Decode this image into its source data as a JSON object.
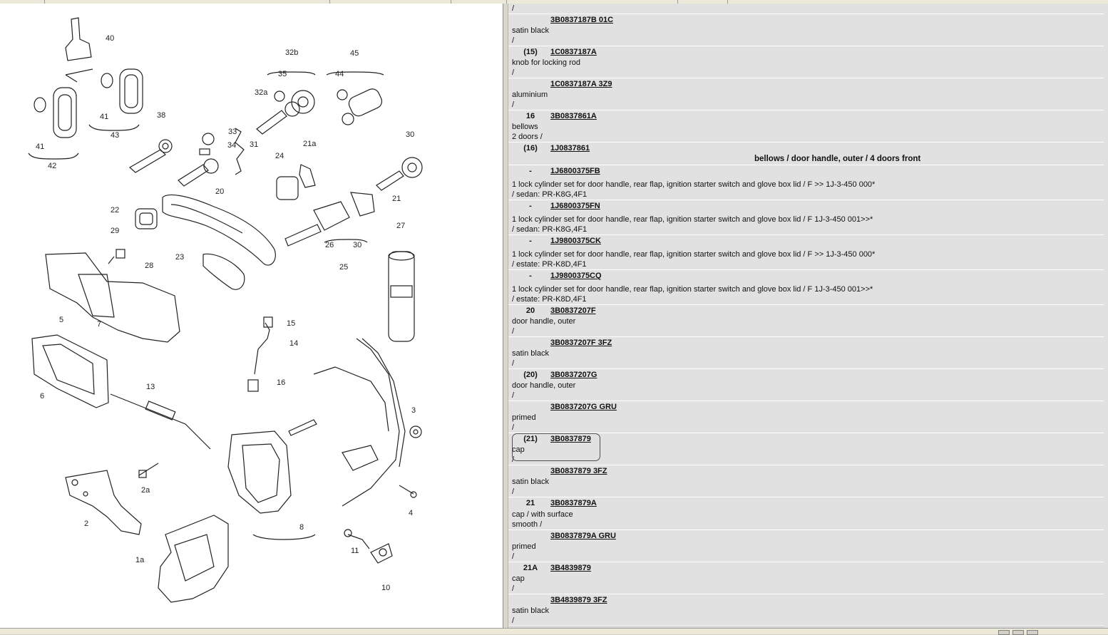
{
  "diagram": {
    "callouts": [
      "40",
      "41",
      "41",
      "42",
      "43",
      "38",
      "32b",
      "35",
      "32a",
      "45",
      "44",
      "33",
      "34",
      "31",
      "24",
      "21a",
      "30",
      "20",
      "22",
      "29",
      "28",
      "23",
      "21",
      "26",
      "30",
      "25",
      "27",
      "5",
      "7",
      "6",
      "15",
      "14",
      "16",
      "13",
      "3",
      "2a",
      "2",
      "8",
      "4",
      "11",
      "10",
      "1a"
    ]
  },
  "parts": [
    {
      "num": "",
      "part": "",
      "desc": [
        "/"
      ]
    },
    {
      "num": "",
      "part": "3B0837187B 01C",
      "desc": [
        "satin black",
        "/"
      ]
    },
    {
      "num": "(15)",
      "part": "1C0837187A",
      "desc": [
        "knob for locking rod",
        "/"
      ]
    },
    {
      "num": "",
      "part": "1C0837187A 3Z9",
      "desc": [
        "aluminium",
        "/"
      ]
    },
    {
      "num": "16",
      "part": "3B0837861A",
      "desc": [
        "bellows",
        "2 doors /"
      ]
    },
    {
      "num": "(16)",
      "part": "1J0837861",
      "title": "bellows / door handle, outer / 4 doors front",
      "desc": []
    },
    {
      "num": "-",
      "part": "1J6800375FB",
      "desc": [
        "1 lock cylinder set for door handle, rear flap, ignition starter switch and glove box lid / F >> 1J-3-450 000*",
        "/ sedan: PR-K8G,4F1"
      ]
    },
    {
      "num": "-",
      "part": "1J6800375FN",
      "desc": [
        "1 lock cylinder set for door handle, rear flap, ignition starter switch and glove box lid / F 1J-3-450 001>>*",
        "/ sedan: PR-K8G,4F1"
      ]
    },
    {
      "num": "-",
      "part": "1J9800375CK",
      "desc": [
        "1 lock cylinder set for door handle, rear flap, ignition starter switch and glove box lid / F >> 1J-3-450 000*",
        "/ estate: PR-K8D,4F1"
      ]
    },
    {
      "num": "-",
      "part": "1J9800375CQ",
      "desc": [
        "1 lock cylinder set for door handle, rear flap, ignition starter switch and glove box lid / F 1J-3-450 001>>*",
        "/ estate: PR-K8D,4F1"
      ]
    },
    {
      "num": "20",
      "part": "3B0837207F",
      "desc": [
        "door handle, outer",
        "/"
      ]
    },
    {
      "num": "",
      "part": "3B0837207F 3FZ",
      "desc": [
        "satin black",
        "/"
      ]
    },
    {
      "num": "(20)",
      "part": "3B0837207G",
      "desc": [
        "door handle, outer",
        "/"
      ]
    },
    {
      "num": "",
      "part": "3B0837207G GRU",
      "desc": [
        "primed",
        "/"
      ]
    },
    {
      "num": "(21)",
      "part": "3B0837879",
      "desc": [
        "cap",
        "/"
      ]
    },
    {
      "num": "",
      "part": "3B0837879 3FZ",
      "desc": [
        "satin black",
        "/"
      ]
    },
    {
      "num": "21",
      "part": "3B0837879A",
      "desc": [
        "cap / with surface",
        "smooth /"
      ]
    },
    {
      "num": "",
      "part": "3B0837879A GRU",
      "desc": [
        "primed",
        "/"
      ]
    },
    {
      "num": "21A",
      "part": "3B4839879",
      "desc": [
        "cap",
        "/"
      ]
    },
    {
      "num": "",
      "part": "3B4839879 3FZ",
      "desc": [
        "satin black",
        "/"
      ]
    }
  ]
}
